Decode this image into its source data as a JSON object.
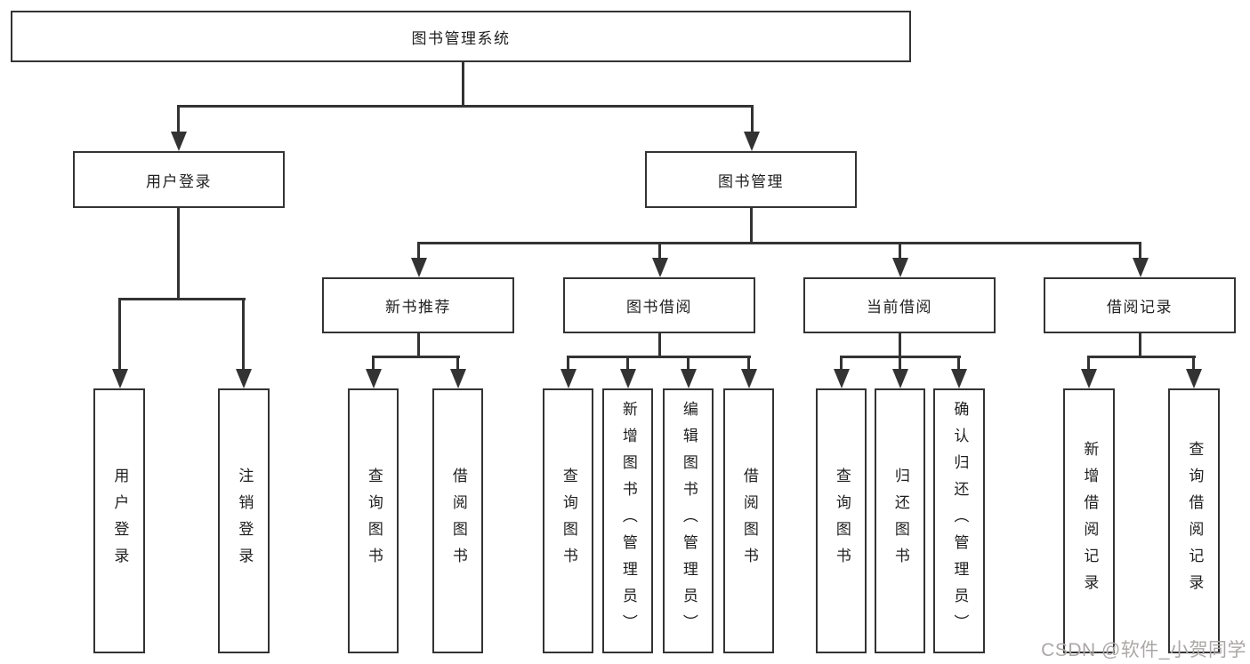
{
  "diagram": {
    "root": {
      "label": "图书管理系统",
      "children": [
        {
          "label": "用户登录",
          "children": [
            {
              "label": "用户登录"
            },
            {
              "label": "注销登录"
            }
          ]
        },
        {
          "label": "图书管理",
          "children": [
            {
              "label": "新书推荐",
              "children": [
                {
                  "label": "查询图书"
                },
                {
                  "label": "借阅图书"
                }
              ]
            },
            {
              "label": "图书借阅",
              "children": [
                {
                  "label": "查询图书"
                },
                {
                  "label": "新增图书（管理员）"
                },
                {
                  "label": "编辑图书（管理员）"
                },
                {
                  "label": "借阅图书"
                }
              ]
            },
            {
              "label": "当前借阅",
              "children": [
                {
                  "label": "查询图书"
                },
                {
                  "label": "归还图书"
                },
                {
                  "label": "确认归还（管理员）"
                }
              ]
            },
            {
              "label": "借阅记录",
              "children": [
                {
                  "label": "新增借阅记录"
                },
                {
                  "label": "查询借阅记录"
                }
              ]
            }
          ]
        }
      ]
    }
  },
  "colors": {
    "line": "#333333",
    "watermark_text": "#aca7a7"
  },
  "watermark": "CSDN @软件_小贺同学"
}
